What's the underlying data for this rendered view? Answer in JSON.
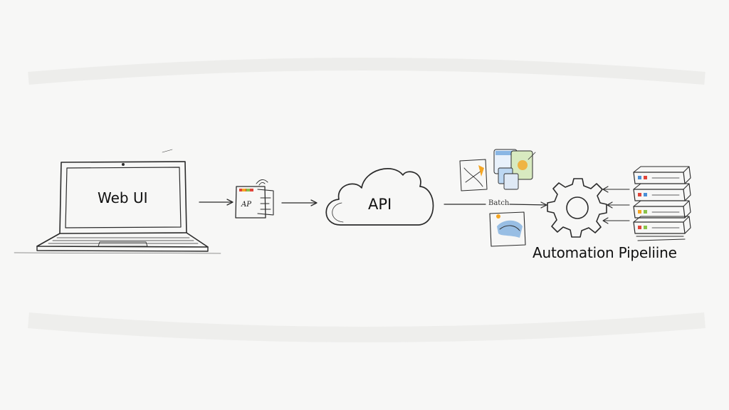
{
  "diagram": {
    "nodes": {
      "web_ui": {
        "label": "Web UI",
        "icon": "laptop-icon"
      },
      "token_card": {
        "label": "AP",
        "icon": "id-card-icon"
      },
      "api": {
        "label": "API",
        "icon": "cloud-icon"
      },
      "batch": {
        "label": "Batch",
        "icon": "documents-icon"
      },
      "pipeline": {
        "label": "Automation Pipeliine",
        "icon": "gear-icon"
      },
      "servers": {
        "icon": "server-stack-icon"
      }
    },
    "edges": [
      {
        "from": "web_ui",
        "to": "token_card"
      },
      {
        "from": "token_card",
        "to": "api"
      },
      {
        "from": "api",
        "to": "pipeline",
        "label": "Batch"
      },
      {
        "from": "servers",
        "to": "pipeline"
      }
    ],
    "colors": {
      "ink": "#2b2b2b",
      "accent_blue": "#4a8fd6",
      "accent_green": "#8bc34a",
      "accent_orange": "#f5a623",
      "accent_red": "#e0453a"
    }
  }
}
